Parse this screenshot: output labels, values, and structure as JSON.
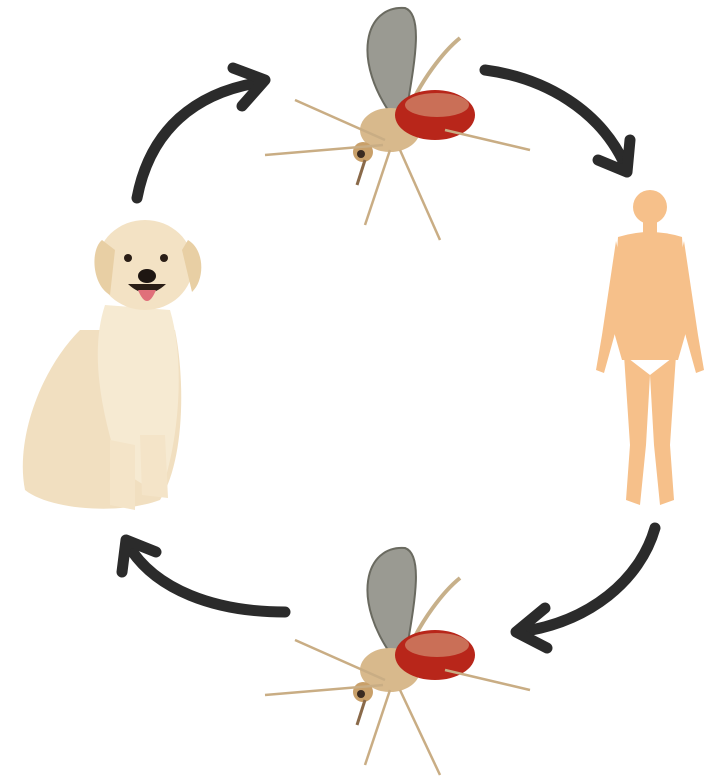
{
  "diagram": {
    "type": "cycle",
    "nodes": [
      {
        "id": "sandfly-top",
        "icon": "sandfly-icon"
      },
      {
        "id": "human",
        "icon": "human-silhouette-icon"
      },
      {
        "id": "sandfly-bottom",
        "icon": "sandfly-icon"
      },
      {
        "id": "dog",
        "icon": "dog-icon"
      }
    ],
    "edges": [
      {
        "from": "sandfly-top",
        "to": "human"
      },
      {
        "from": "human",
        "to": "sandfly-bottom"
      },
      {
        "from": "sandfly-bottom",
        "to": "dog"
      },
      {
        "from": "dog",
        "to": "sandfly-top"
      }
    ],
    "colors": {
      "arrow": "#2b2b2b",
      "human": "#f6c08a",
      "dog_fur": "#f1dfc0",
      "sandfly_body": "#d8b98c",
      "sandfly_blood": "#b8261a",
      "sandfly_wing": "#9a9a92"
    }
  }
}
